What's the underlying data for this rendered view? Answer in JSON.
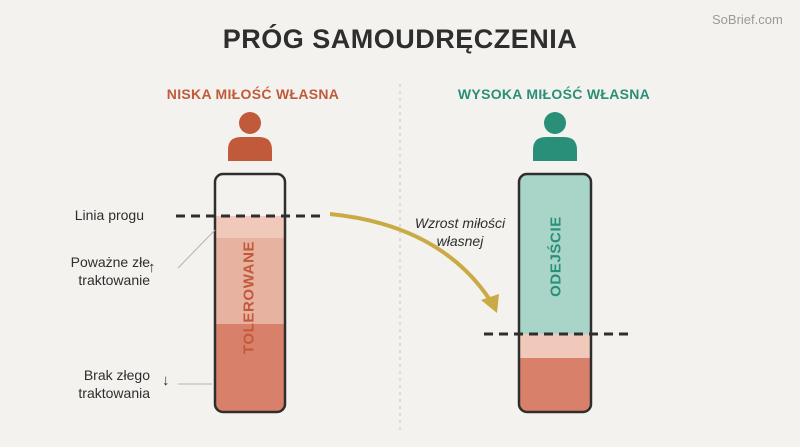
{
  "title": "PRÓG SAMOUDRĘCZENIA",
  "watermark": "SoBrief.com",
  "left_column": {
    "heading": "NISKA MIŁOŚĆ WŁASNA",
    "bar_label": "TOLEROWANE",
    "labels": {
      "threshold": "Linia progu",
      "serious_line1": "Poważne złe",
      "serious_line2": "traktowanie",
      "none_line1": "Brak złego",
      "none_line2": "traktowania",
      "up_symbol": "↑",
      "down_symbol": "↓"
    }
  },
  "right_column": {
    "heading": "WYSOKA MIŁOŚĆ WŁASNA",
    "bar_label": "ODEJŚCIE"
  },
  "transition": {
    "line1": "Wzrost miłości",
    "line2": "własnej"
  },
  "colors": {
    "title": "#2e2e2e",
    "low_accent": "#c05a3b",
    "high_accent": "#2a8f78",
    "tolerated_dark": "#d8806a",
    "tolerated_light": "#e8b2a0",
    "tolerated_top": "#f0c9bb",
    "leave_fill": "#a9d5c8",
    "arrow": "#c9aa45"
  }
}
